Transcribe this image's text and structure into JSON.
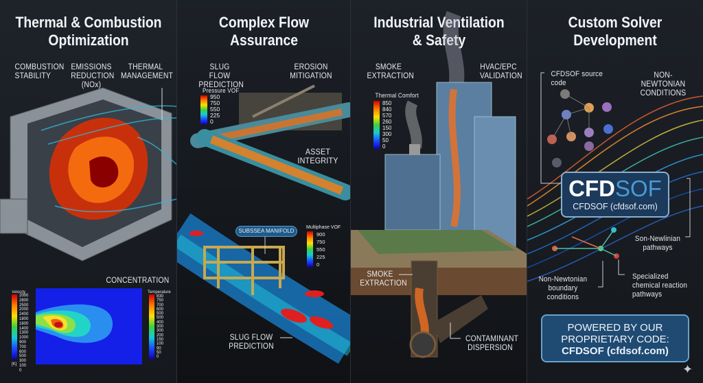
{
  "panels": [
    {
      "title": "Thermal & Combustion Optimization",
      "labels": [
        "COMBUSTION STABILITY",
        "EMISSIONS REDUCTION (NOx)",
        "THERMAL MANAGEMENT",
        "CONCENTRATION"
      ],
      "velocity_legend": {
        "title": "Velocity",
        "unit": "[K]",
        "ticks": [
          "2000",
          "2800",
          "2500",
          "2000",
          "2400",
          "1800",
          "1600",
          "1400",
          "1300",
          "1000",
          "900",
          "700",
          "600",
          "500",
          "300",
          "100",
          "0"
        ]
      },
      "temperature_legend": {
        "title": "Temperature",
        "ticks": [
          "830",
          "750",
          "700",
          "600",
          "500",
          "500",
          "400",
          "300",
          "300",
          "200",
          "150",
          "100",
          "90",
          "50",
          "0"
        ]
      }
    },
    {
      "title": "Complex Flow Assurance",
      "labels": [
        "SLUG FLOW PREDICTION",
        "EROSION MITIGATION",
        "ASSET INTEGRITY",
        "SLUG FLOW PREDICTION"
      ],
      "pressure_legend": {
        "title": "Pressure VOF",
        "ticks": [
          "950",
          "750",
          "550",
          "225",
          "0"
        ]
      },
      "manifold_tag": "SUBSSEA MANIFOLD",
      "multiphase_legend": {
        "title": "Multiphase VOF",
        "ticks": [
          "900",
          "750",
          "550",
          "225",
          "0"
        ]
      }
    },
    {
      "title": "Industrial Ventilation & Safety",
      "labels": [
        "SMOKE EXTRACTION",
        "HVAC/EPC VALIDATION",
        "SMOKE EXTRACTION",
        "CONTAMINANT DISPERSION"
      ],
      "comfort_legend": {
        "title": "Thermal Comfort",
        "ticks": [
          "850",
          "840",
          "570",
          "260",
          "150",
          "300",
          "50",
          "0"
        ]
      }
    },
    {
      "title": "Custom Solver Development",
      "labels": [
        "CFDSOF source code",
        "NON-NEWTONIAN CONDITIONS",
        "Son-Newlinian pathways",
        "Non-Newtonian boundary conditions",
        "Specialized chemical reaction pathways"
      ],
      "logo": {
        "bold": "CFD",
        "light": "SOF",
        "subtitle": "CFDSOF (cfdsof.com)"
      },
      "powered": {
        "line1": "POWERED BY OUR",
        "line2": "PROPRIETARY CODE:",
        "line3": "CFDSOF (cfdsof.com)"
      }
    }
  ],
  "colors": {
    "background": "#181c22",
    "accent": "#4a9ad6",
    "logo_box": "#1b3a5c"
  }
}
